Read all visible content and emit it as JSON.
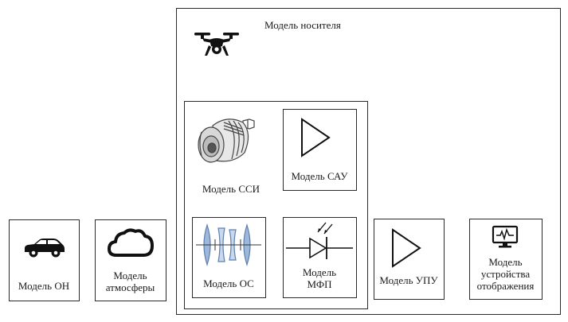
{
  "carrier": {
    "label": "Модель носителя",
    "icon": "drone-icon"
  },
  "ssi": {
    "label": "Модель ССИ",
    "icon": "camera-icon"
  },
  "sau": {
    "label": "Модель САУ",
    "icon": "amplifier-triangle-icon"
  },
  "os": {
    "label": "Модель ОС",
    "icon": "lens-system-icon"
  },
  "mfp": {
    "label_line1": "Модель",
    "label_line2": "МФП",
    "icon": "photodiode-icon"
  },
  "upu": {
    "label": "Модель УПУ",
    "icon": "amplifier-triangle-icon"
  },
  "display": {
    "label_line1": "Модель",
    "label_line2": "устройства",
    "label_line3": "отображения",
    "icon": "monitor-icon"
  },
  "target": {
    "label": "Модель ОН",
    "icon": "car-icon"
  },
  "atmosphere": {
    "label_line1": "Модель",
    "label_line2": "атмосферы",
    "icon": "cloud-icon"
  },
  "colors": {
    "stroke": "#2a2a2a",
    "lens_blue": "#9db8d8",
    "lens_axis": "#5a7fb0"
  }
}
